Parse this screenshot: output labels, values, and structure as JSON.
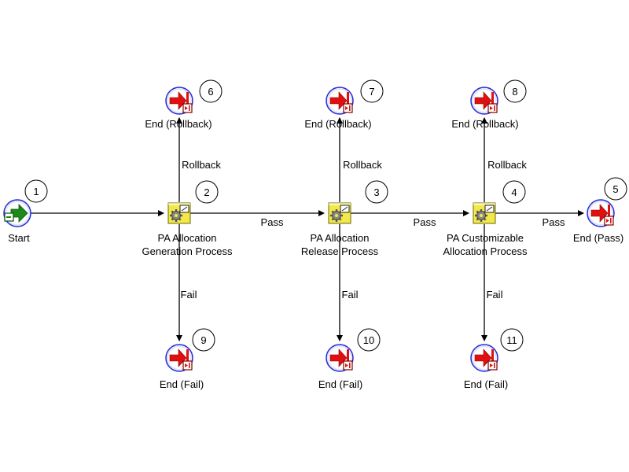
{
  "diagram": {
    "nodes": [
      {
        "id": "start",
        "type": "start",
        "label": [
          "Start"
        ],
        "number": "1"
      },
      {
        "id": "gen",
        "type": "process",
        "label": [
          "PA Allocation",
          "Generation Process"
        ],
        "number": "2"
      },
      {
        "id": "rel",
        "type": "process",
        "label": [
          "PA Allocation",
          "Release Process"
        ],
        "number": "3"
      },
      {
        "id": "cust",
        "type": "process",
        "label": [
          "PA Customizable",
          "Allocation Process"
        ],
        "number": "4"
      },
      {
        "id": "endpass",
        "type": "end",
        "label": [
          "End (Pass)"
        ],
        "number": "5"
      },
      {
        "id": "rb1",
        "type": "end",
        "label": [
          "End (Rollback)"
        ],
        "number": "6"
      },
      {
        "id": "rb2",
        "type": "end",
        "label": [
          "End (Rollback)"
        ],
        "number": "7"
      },
      {
        "id": "rb3",
        "type": "end",
        "label": [
          "End (Rollback)"
        ],
        "number": "8"
      },
      {
        "id": "f1",
        "type": "end",
        "label": [
          "End (Fail)"
        ],
        "number": "9"
      },
      {
        "id": "f2",
        "type": "end",
        "label": [
          "End (Fail)"
        ],
        "number": "10"
      },
      {
        "id": "f3",
        "type": "end",
        "label": [
          "End (Fail)"
        ],
        "number": "11"
      }
    ],
    "edges": [
      {
        "from": "start",
        "to": "gen",
        "label": ""
      },
      {
        "from": "gen",
        "to": "rel",
        "label": "Pass"
      },
      {
        "from": "rel",
        "to": "cust",
        "label": "Pass"
      },
      {
        "from": "cust",
        "to": "endpass",
        "label": "Pass"
      },
      {
        "from": "gen",
        "to": "rb1",
        "label": "Rollback"
      },
      {
        "from": "rel",
        "to": "rb2",
        "label": "Rollback"
      },
      {
        "from": "cust",
        "to": "rb3",
        "label": "Rollback"
      },
      {
        "from": "gen",
        "to": "f1",
        "label": "Fail"
      },
      {
        "from": "rel",
        "to": "f2",
        "label": "Fail"
      },
      {
        "from": "cust",
        "to": "f3",
        "label": "Fail"
      }
    ]
  },
  "colors": {
    "process_fill": "#f2e84a",
    "start_arrow": "#1a8a1a",
    "end_arrow": "#e01010",
    "node_ring": "#2a2ad0",
    "line": "#000000"
  },
  "icons": {
    "start": "start-arrow-icon",
    "process": "process-gear-icon",
    "end": "end-stop-icon"
  }
}
